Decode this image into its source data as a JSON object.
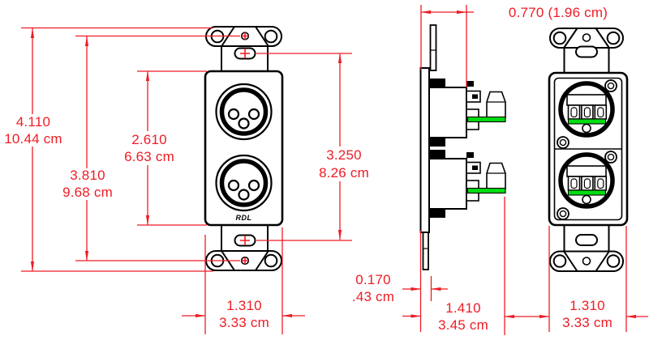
{
  "drawing": {
    "brand_label": "RDL",
    "dimensions": {
      "overall_height": {
        "in": "4.110",
        "cm": "10.44 cm"
      },
      "mount_screw_spacing": {
        "in": "3.810",
        "cm": "9.68 cm"
      },
      "insert_height": {
        "in": "2.610",
        "cm": "6.63 cm"
      },
      "slot_spacing": {
        "in": "3.250",
        "cm": "8.26 cm"
      },
      "overall_depth": {
        "in": "0.770",
        "cm": "(1.96 cm)"
      },
      "plate_thickness": {
        "in": "0.170",
        "cm": ".43 cm"
      },
      "rear_depth": {
        "in": "1.410",
        "cm": "3.45 cm"
      },
      "front_width": {
        "in": "1.310",
        "cm": "3.33 cm"
      },
      "rear_width": {
        "in": "1.310",
        "cm": "3.33 cm"
      }
    },
    "colors": {
      "dimension_red": "#ee1c25",
      "line_black": "#000000",
      "terminal_green": "#00dd11",
      "background": "#ffffff"
    }
  }
}
